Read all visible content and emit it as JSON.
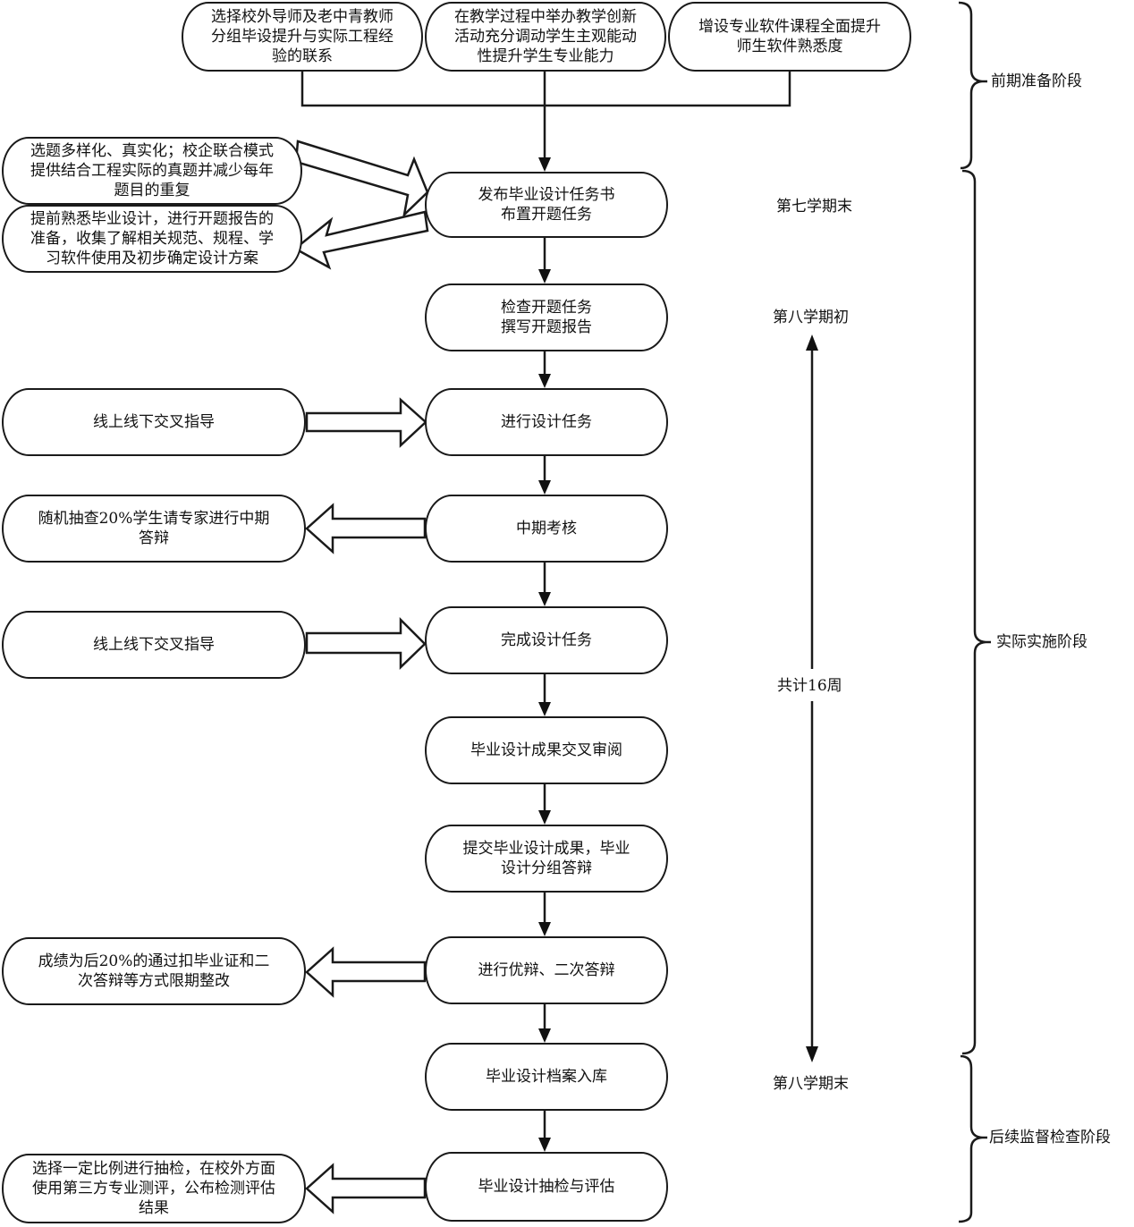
{
  "diagram": {
    "top_boxes": [
      {
        "text": "选择校外导师及老中青教师\n分组毕设提升与实际工程经\n验的联系"
      },
      {
        "text": "在教学过程中举办教学创新\n活动充分调动学生主观能动\n性提升学生专业能力"
      },
      {
        "text": "增设专业软件课程全面提升\n师生软件熟悉度"
      }
    ],
    "main_steps": [
      {
        "text": "发布毕业设计任务书\n布置开题任务"
      },
      {
        "text": "检查开题任务\n撰写开题报告"
      },
      {
        "text": "进行设计任务"
      },
      {
        "text": "中期考核"
      },
      {
        "text": "完成设计任务"
      },
      {
        "text": "毕业设计成果交叉审阅"
      },
      {
        "text": "提交毕业设计成果，毕业\n设计分组答辩"
      },
      {
        "text": "进行优辩、二次答辩"
      },
      {
        "text": "毕业设计档案入库"
      },
      {
        "text": "毕业设计抽检与评估"
      }
    ],
    "side_boxes": [
      {
        "text": "选题多样化、真实化；校企联合模式\n提供结合工程实际的真题并减少每年\n题目的重复",
        "direction": "to-main",
        "target_step": 1
      },
      {
        "text": "提前熟悉毕业设计，进行开题报告的\n准备，收集了解相关规范、规程、学\n习软件使用及初步确定设计方案",
        "direction": "from-main",
        "target_step": 1
      },
      {
        "text": "线上线下交叉指导",
        "direction": "to-main",
        "target_step": 3
      },
      {
        "text": "随机抽查20%学生请专家进行中期\n答辩",
        "direction": "from-main",
        "target_step": 4
      },
      {
        "text": "线上线下交叉指导",
        "direction": "to-main",
        "target_step": 5
      },
      {
        "text": "成绩为后20%的通过扣毕业证和二\n次答辩等方式限期整改",
        "direction": "from-main",
        "target_step": 8
      },
      {
        "text": "选择一定比例进行抽检，在校外方面\n使用第三方专业测评，公布检测评估\n结果",
        "direction": "from-main",
        "target_step": 10
      }
    ],
    "timeline": {
      "start_label": "第七学期末",
      "mid_start_label": "第八学期初",
      "duration_label": "共计16周",
      "end_label": "第八学期末"
    },
    "phases": [
      {
        "label": "前期准备阶段"
      },
      {
        "label": "实际实施阶段"
      },
      {
        "label": "后续监督检查阶段"
      }
    ]
  }
}
